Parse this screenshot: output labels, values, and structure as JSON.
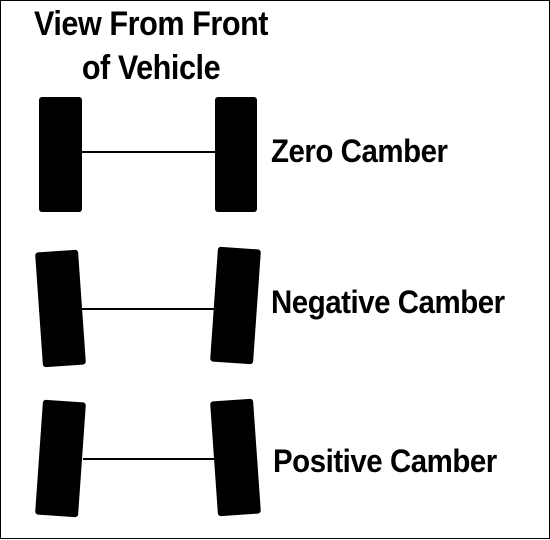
{
  "title": {
    "line1": "View From Front",
    "line2": "of Vehicle"
  },
  "rows": [
    {
      "label": "Zero Camber",
      "tilt_deg": 0
    },
    {
      "label": "Negative Camber",
      "tilt_deg": -4
    },
    {
      "label": "Positive Camber",
      "tilt_deg": 4
    }
  ],
  "colors": {
    "tire": "#000000",
    "axle": "#000000",
    "text": "#000000",
    "border": "#000000",
    "background": "#ffffff"
  }
}
